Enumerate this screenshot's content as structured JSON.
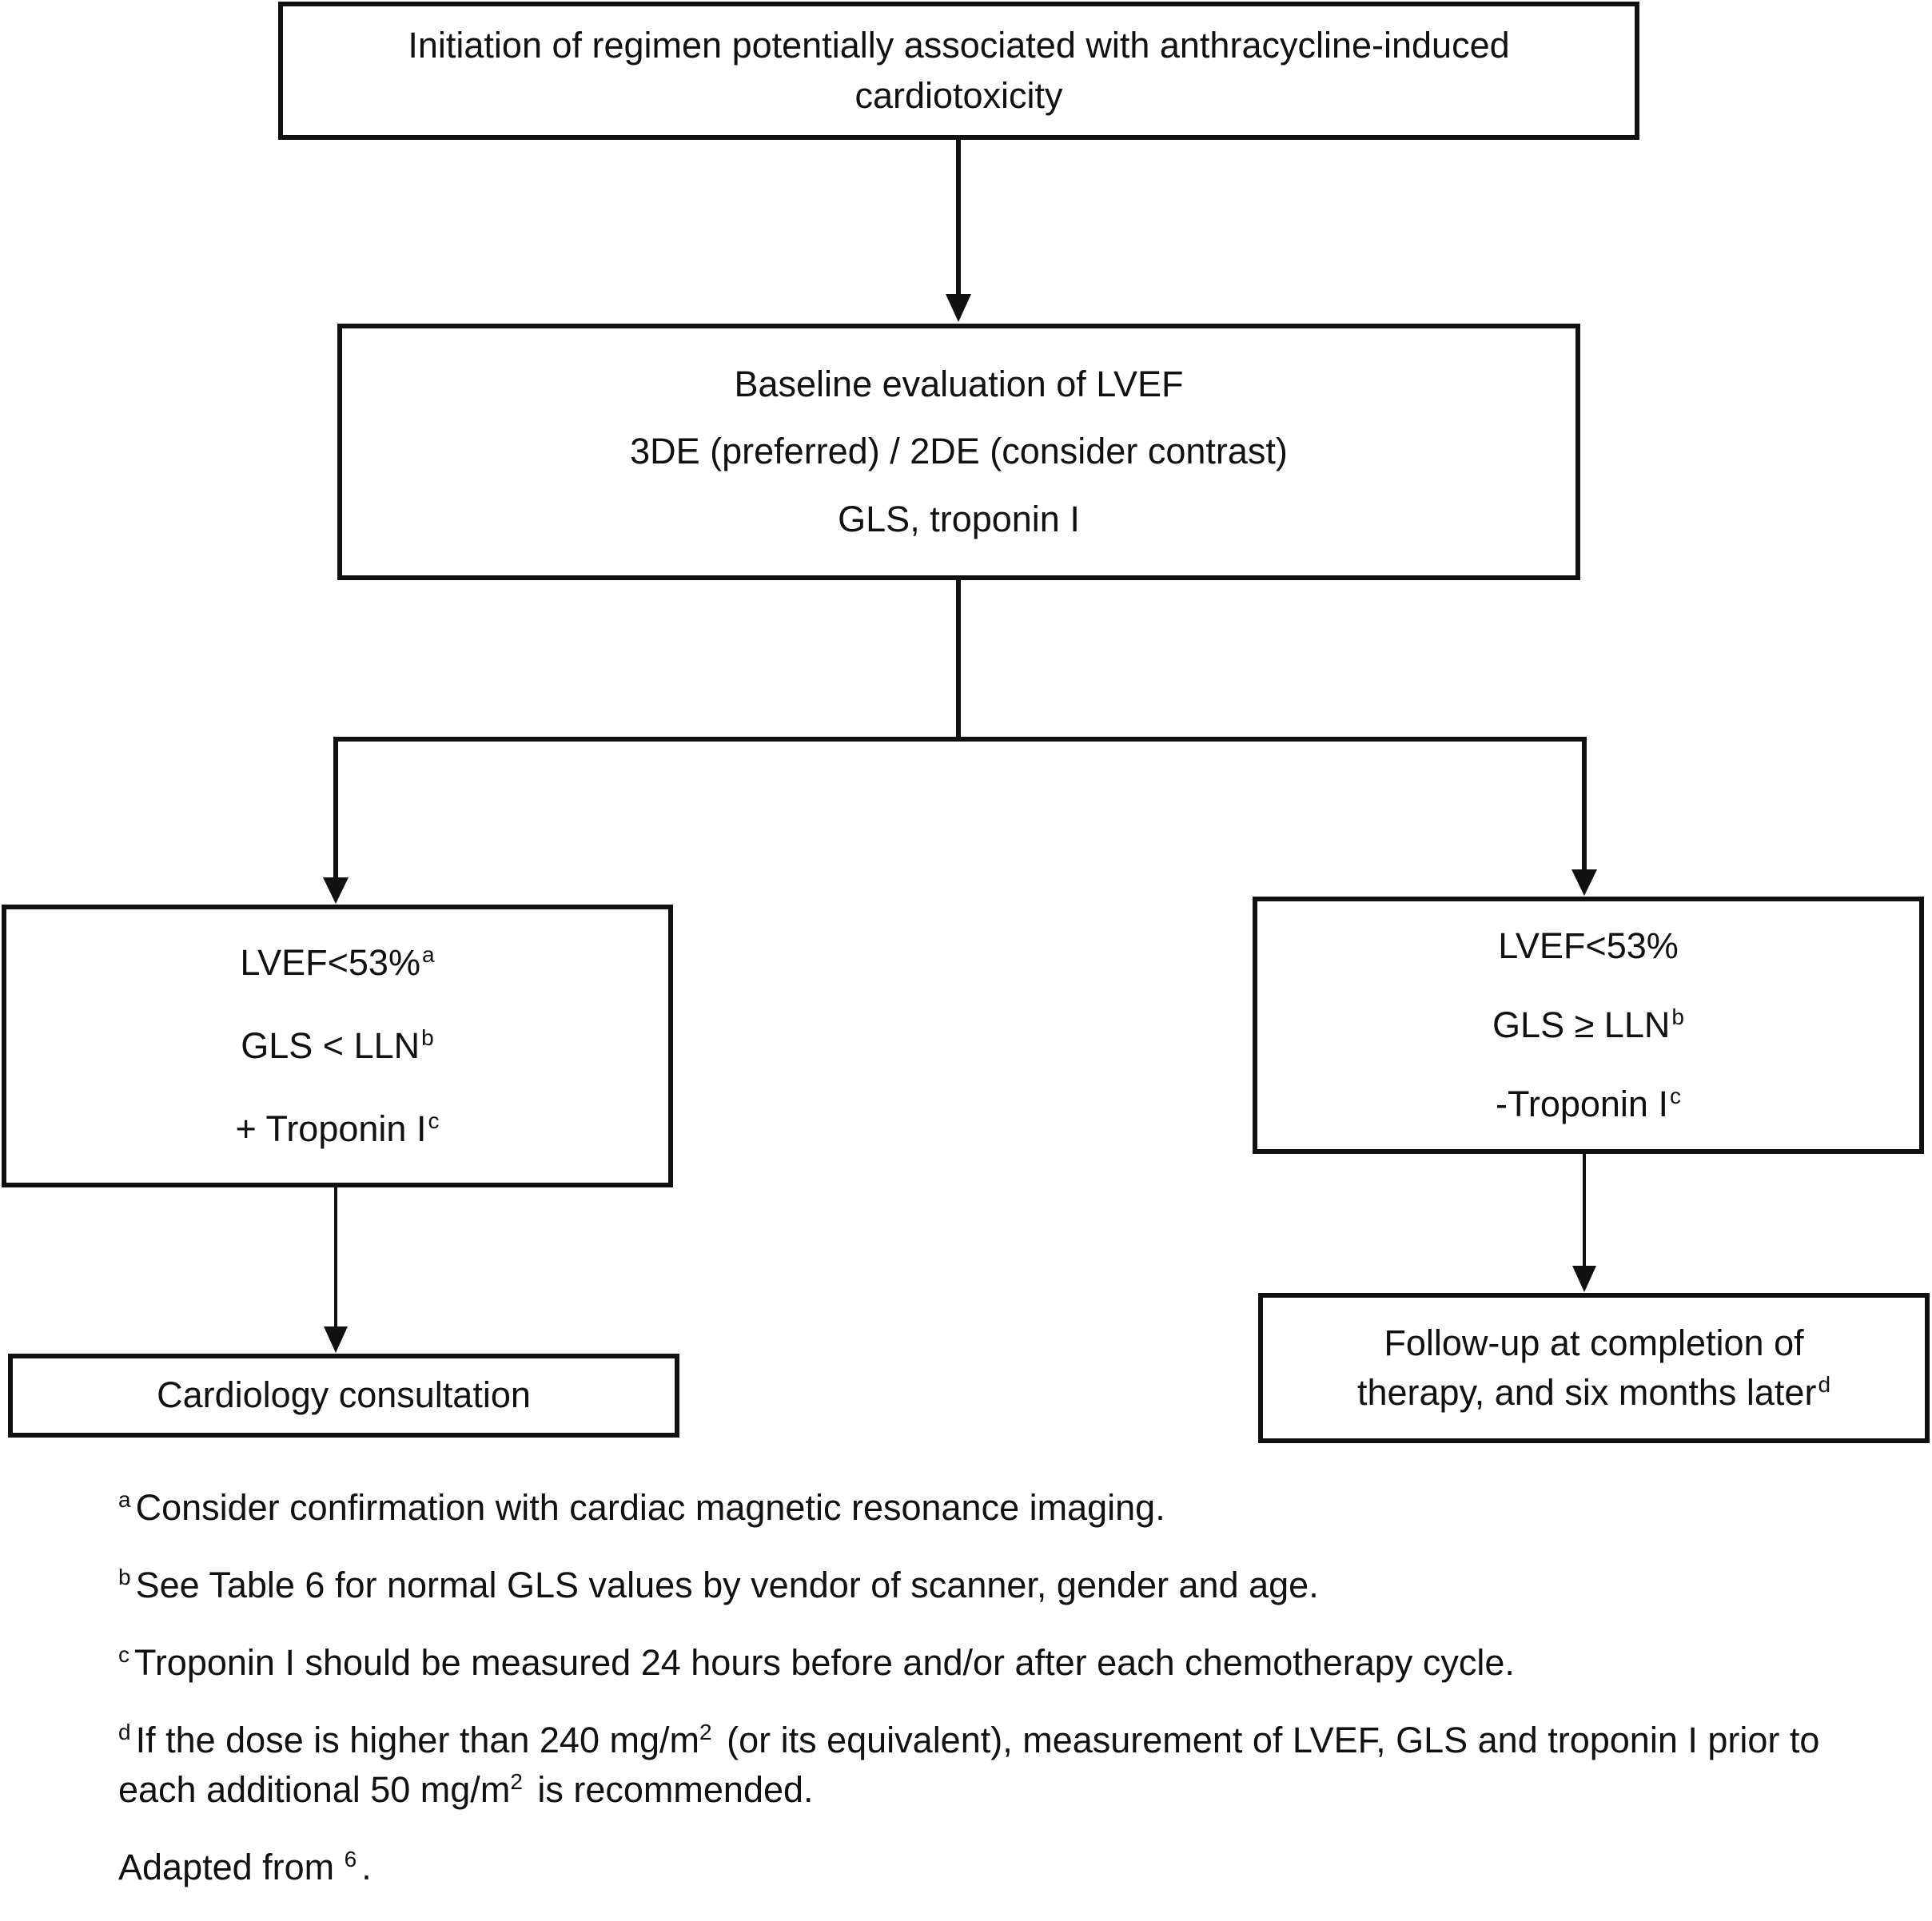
{
  "boxes": {
    "initiation": {
      "text": "Initiation of regimen potentially associated with anthracycline-induced cardiotoxicity"
    },
    "baseline": {
      "line1": "Baseline evaluation of LVEF",
      "line2": "3DE (preferred) / 2DE (consider contrast)",
      "line3": "GLS, troponin I"
    },
    "left_criteria": {
      "line1": "LVEF<53%",
      "line1_sup": "a",
      "line2": "GLS < LLN",
      "line2_sup": "b",
      "line3": "+ Troponin I",
      "line3_sup": "c"
    },
    "right_criteria": {
      "line1": "LVEF<53%",
      "line2": "GLS ≥ LLN",
      "line2_sup": "b",
      "line3": "-Troponin I",
      "line3_sup": "c"
    },
    "left_outcome": {
      "text": "Cardiology consultation"
    },
    "right_outcome": {
      "line1": "Follow-up at completion of",
      "line2": "therapy, and six months later",
      "sup": "d"
    }
  },
  "footnotes": {
    "a": {
      "mark": "a",
      "text": "Consider confirmation with cardiac magnetic resonance imaging."
    },
    "b": {
      "mark": "b",
      "text": "See Table 6 for normal GLS values by vendor of scanner, gender and age."
    },
    "c": {
      "mark": "c",
      "text": "Troponin I should be measured 24 hours before and/or after each chemotherapy cycle."
    },
    "d": {
      "mark": "d",
      "text1": "If the dose is higher than 240 mg/m",
      "sup1": "2",
      "text2": " (or its equivalent), measurement of LVEF, GLS and troponin I prior to each additional 50 mg/m",
      "sup2": "2",
      "text3": " is recommended."
    },
    "source": {
      "text": "Adapted from ",
      "sup": "6",
      "tail": "."
    }
  }
}
